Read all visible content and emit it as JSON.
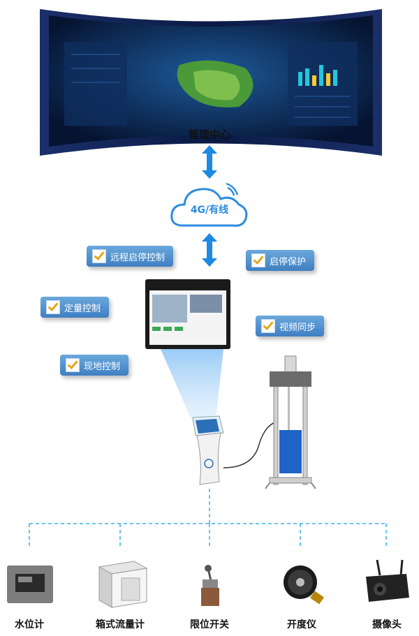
{
  "diagram": {
    "center_label": "管理中心",
    "cloud_label": "4G/有线",
    "functions": [
      "远程启停控制",
      "定量控制",
      "现地控制",
      "启停保护",
      "视频同步"
    ],
    "devices": [
      "水位计",
      "箱式流量计",
      "限位开关",
      "开度仪",
      "摄像头"
    ],
    "colors": {
      "arrow": "#1e88e5",
      "tag": "#4a8fd0",
      "dash": "#39b0e8",
      "check": "#e8a51a"
    }
  }
}
